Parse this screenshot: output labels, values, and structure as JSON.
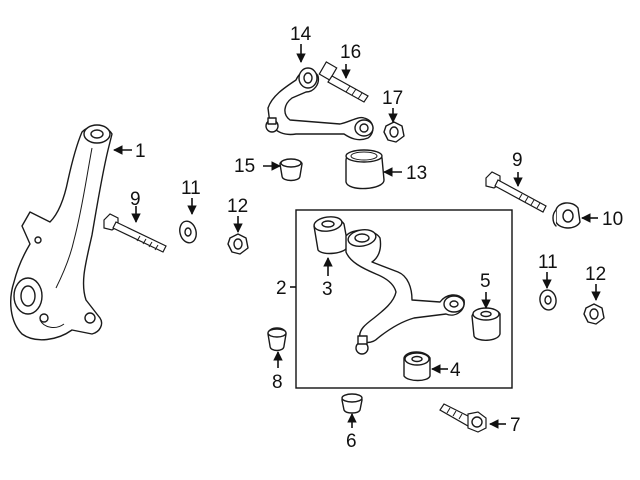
{
  "labels": {
    "l1": "1",
    "l2": "2",
    "l3": "3",
    "l4": "4",
    "l5": "5",
    "l6": "6",
    "l7": "7",
    "l8": "8",
    "l9a": "9",
    "l9b": "9",
    "l10": "10",
    "l11a": "11",
    "l11b": "11",
    "l12a": "12",
    "l12b": "12",
    "l13": "13",
    "l14": "14",
    "l15": "15",
    "l16": "16",
    "l17": "17"
  }
}
